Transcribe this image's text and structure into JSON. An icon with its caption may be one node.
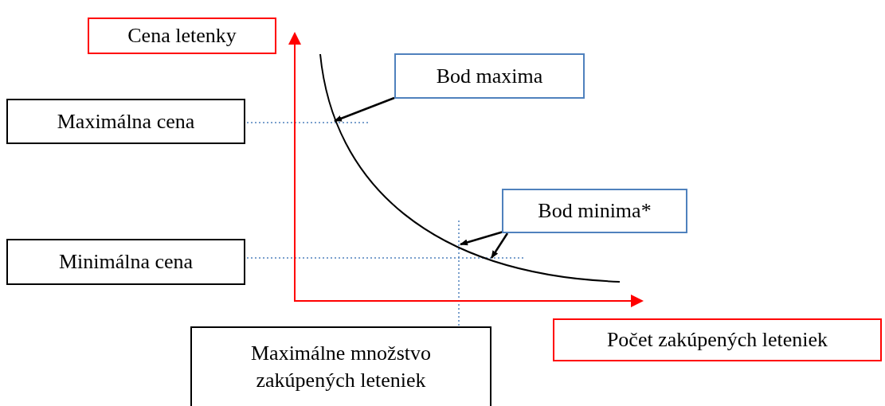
{
  "diagram": {
    "nodes": [
      {
        "text": [
          "Cena letenky"
        ]
      },
      {
        "text": [
          "Bod maxima"
        ]
      },
      {
        "text": [
          "Maximálna cena"
        ]
      },
      {
        "text": [
          "Bod minima*"
        ]
      },
      {
        "text": [
          "Minimálna cena"
        ]
      },
      {
        "text": [
          "Maximálne množstvo zakúpených leteniek"
        ]
      },
      {
        "text": [
          "Počet zakúpených leteniek"
        ]
      }
    ],
    "edges": [
      {
        "from": 1,
        "to": null,
        "arrow": "to"
      },
      {
        "from": 3,
        "to": null,
        "arrow": "to"
      },
      {
        "from": 3,
        "to": null,
        "arrow": "to"
      }
    ]
  }
}
